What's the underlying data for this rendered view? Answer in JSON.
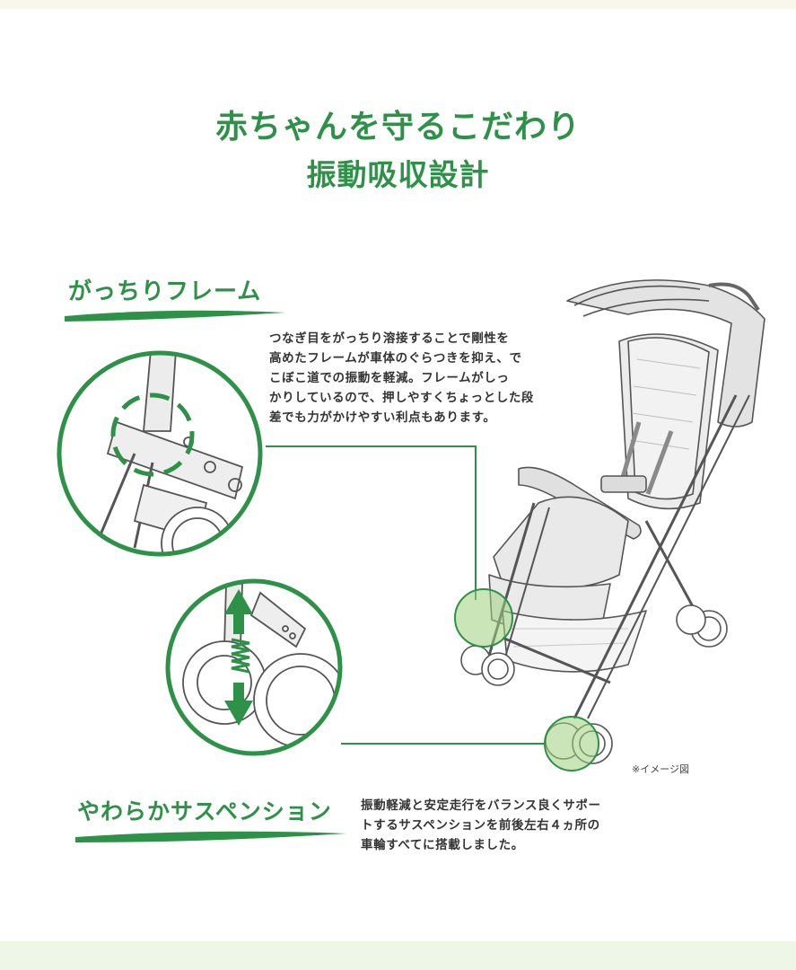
{
  "header": {
    "title_line1": "赤ちゃんを守るこだわり",
    "title_line2": "振動吸収設計"
  },
  "frame_section": {
    "title": "がっちりフレーム",
    "description_lines": [
      "つなぎ目をがっちり溶接することで剛性を",
      "高めたフレームが車体のぐらつきを抑え、で",
      "こぼこ道での振動を軽減。フレームがしっ",
      "かりしているので、押しやすくちょっとした段",
      "差でも力がかけやすい利点もあります。"
    ]
  },
  "suspension_section": {
    "title": "やわらかサスペンション",
    "description_lines": [
      "振動軽減と安定走行をバランス良くサポー",
      "トするサスペンションを前後左右４ヵ所の",
      "車輪すべてに搭載しました。"
    ]
  },
  "image_note": "※イメージ図",
  "colors": {
    "accent_green": "#2e9148",
    "highlight_green": "#9fcf7c",
    "line_art": "#555555",
    "top_band": "#f8f7ec",
    "bottom_band": "#eef6e8"
  }
}
